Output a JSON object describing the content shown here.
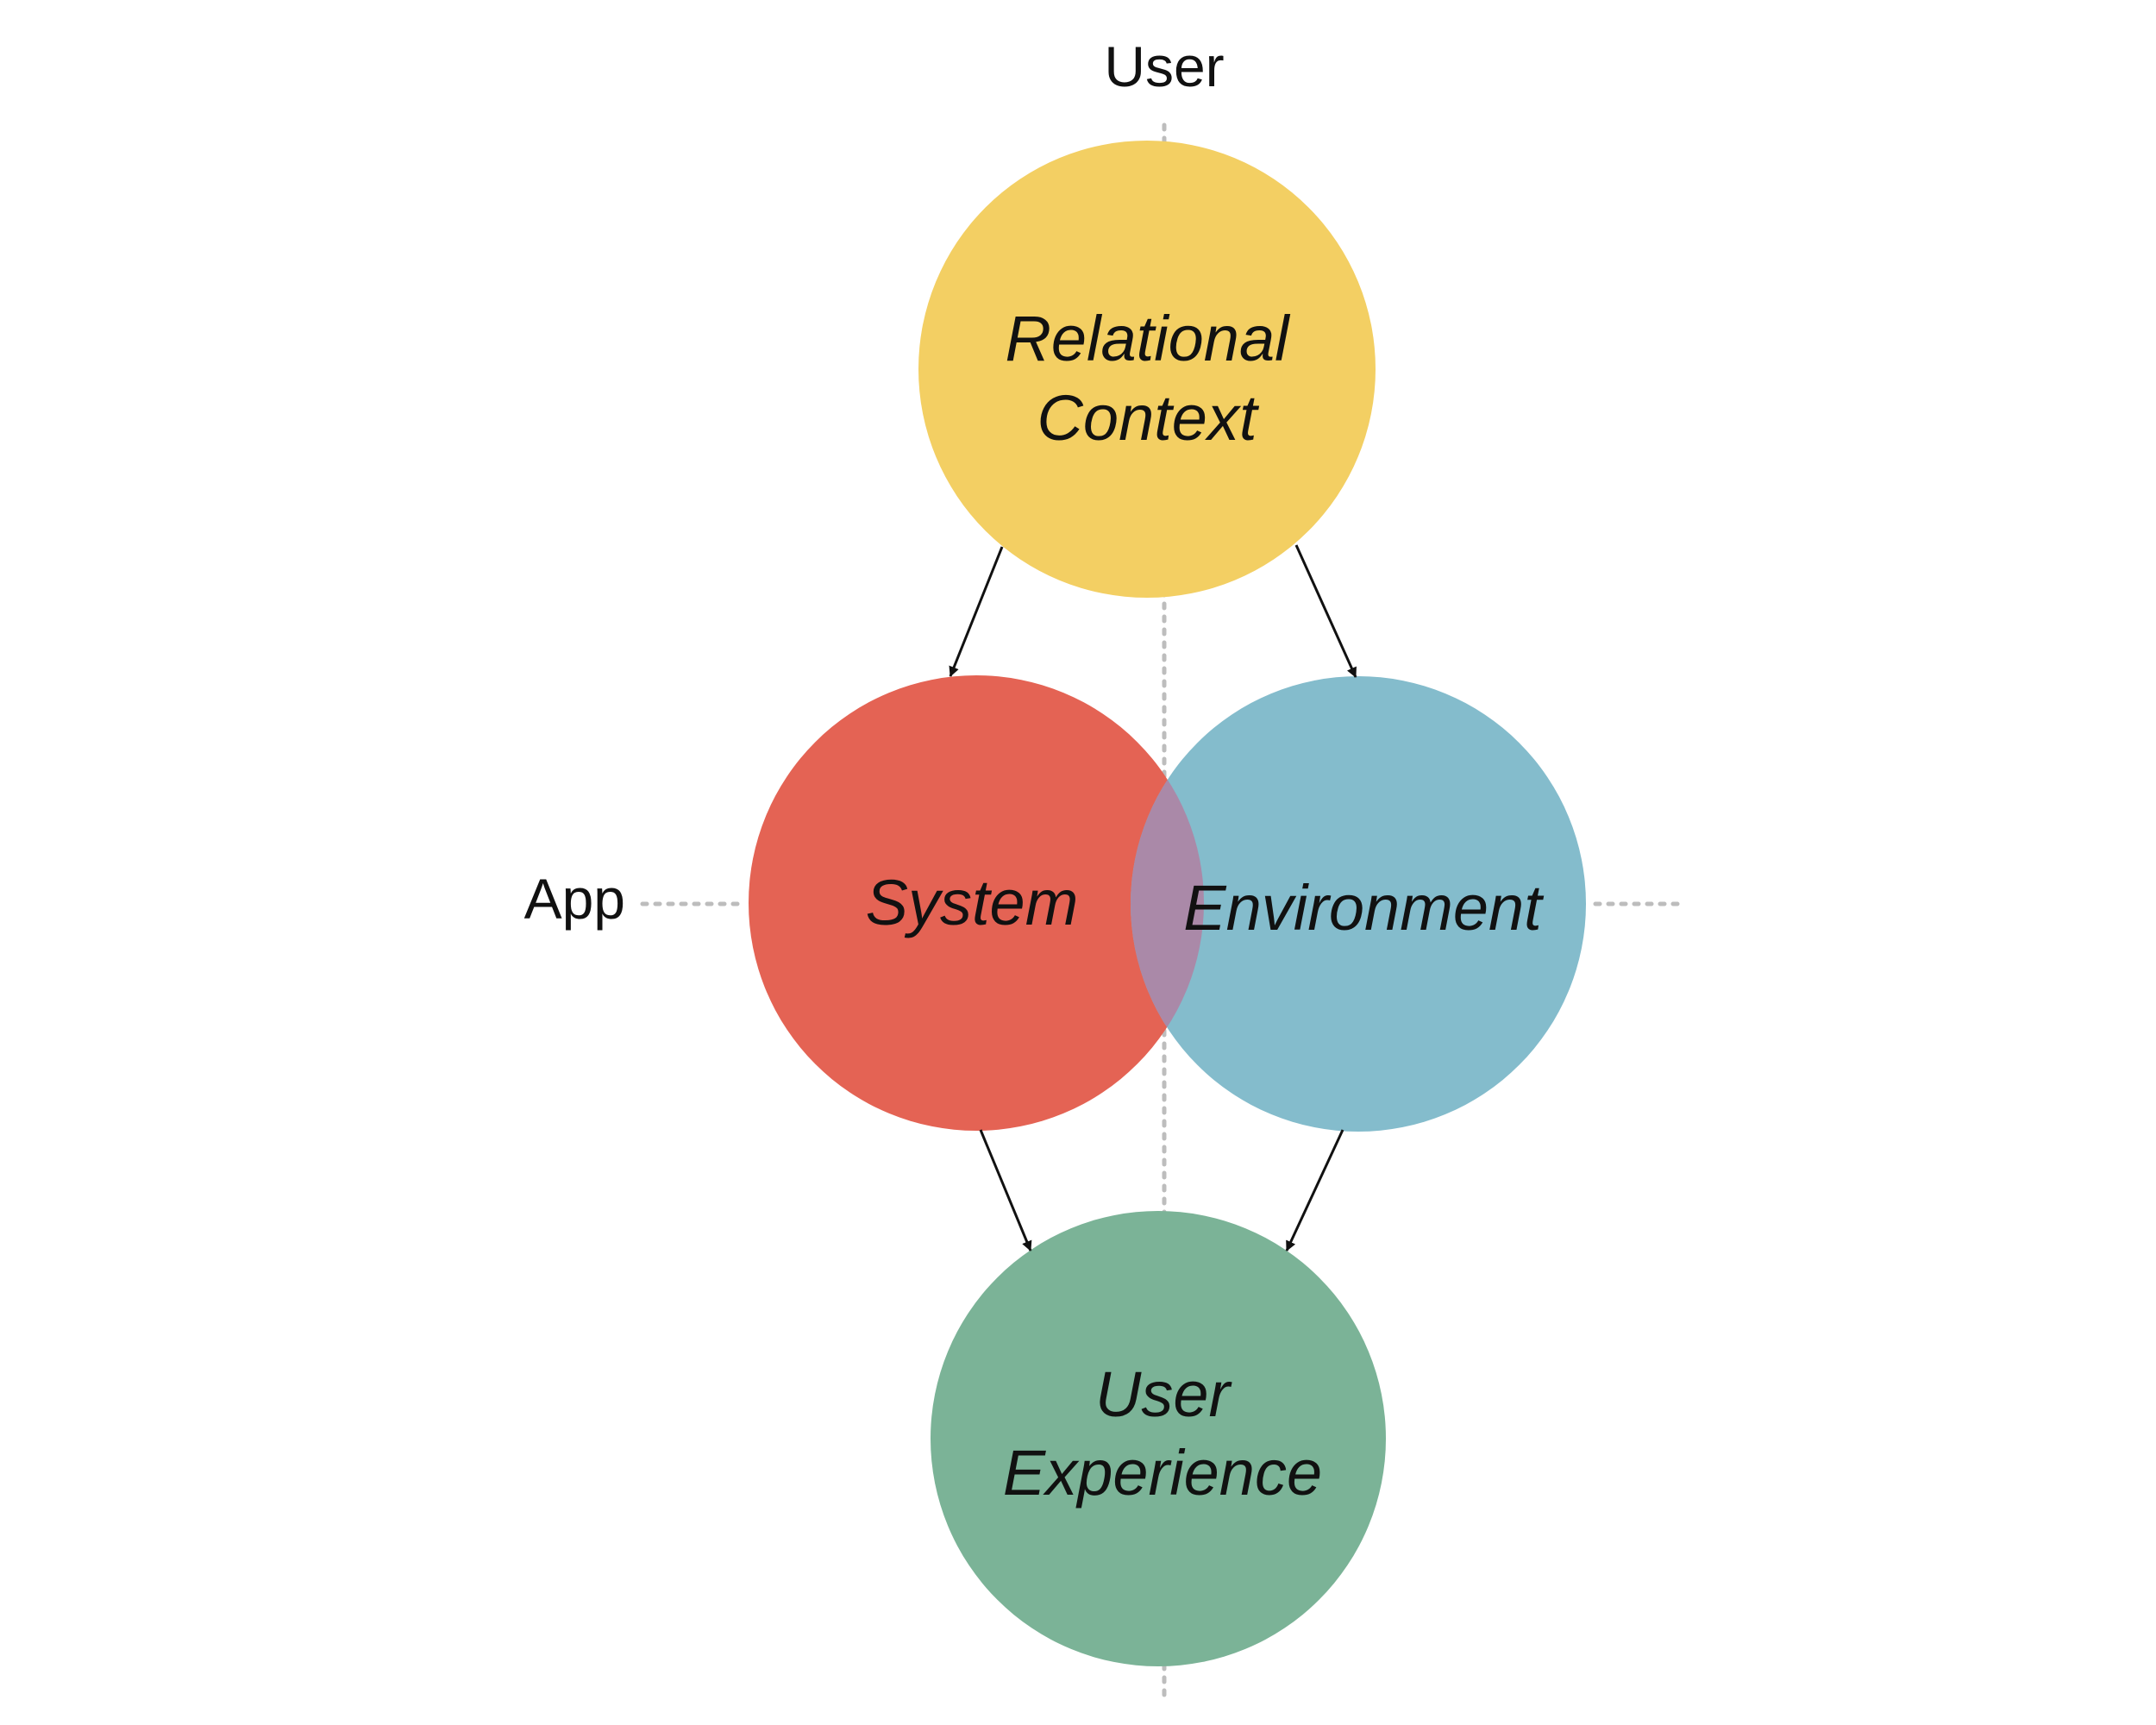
{
  "axes": {
    "vertical_label": "User",
    "horizontal_label": "App"
  },
  "nodes": {
    "relational_context": {
      "line1": "Relational",
      "line2": "Context",
      "color": "#F3CF63"
    },
    "system": {
      "label": "System",
      "color": "#E46354"
    },
    "environment": {
      "label": "Environment",
      "color": "#84BCCC"
    },
    "overlap": {
      "color": "#AA89A8"
    },
    "user_experience": {
      "line1": "User",
      "line2": "Experience",
      "color": "#7BB397"
    }
  },
  "colors": {
    "guide_line": "#BDBDBD",
    "arrow": "#111111",
    "text": "#111111"
  }
}
